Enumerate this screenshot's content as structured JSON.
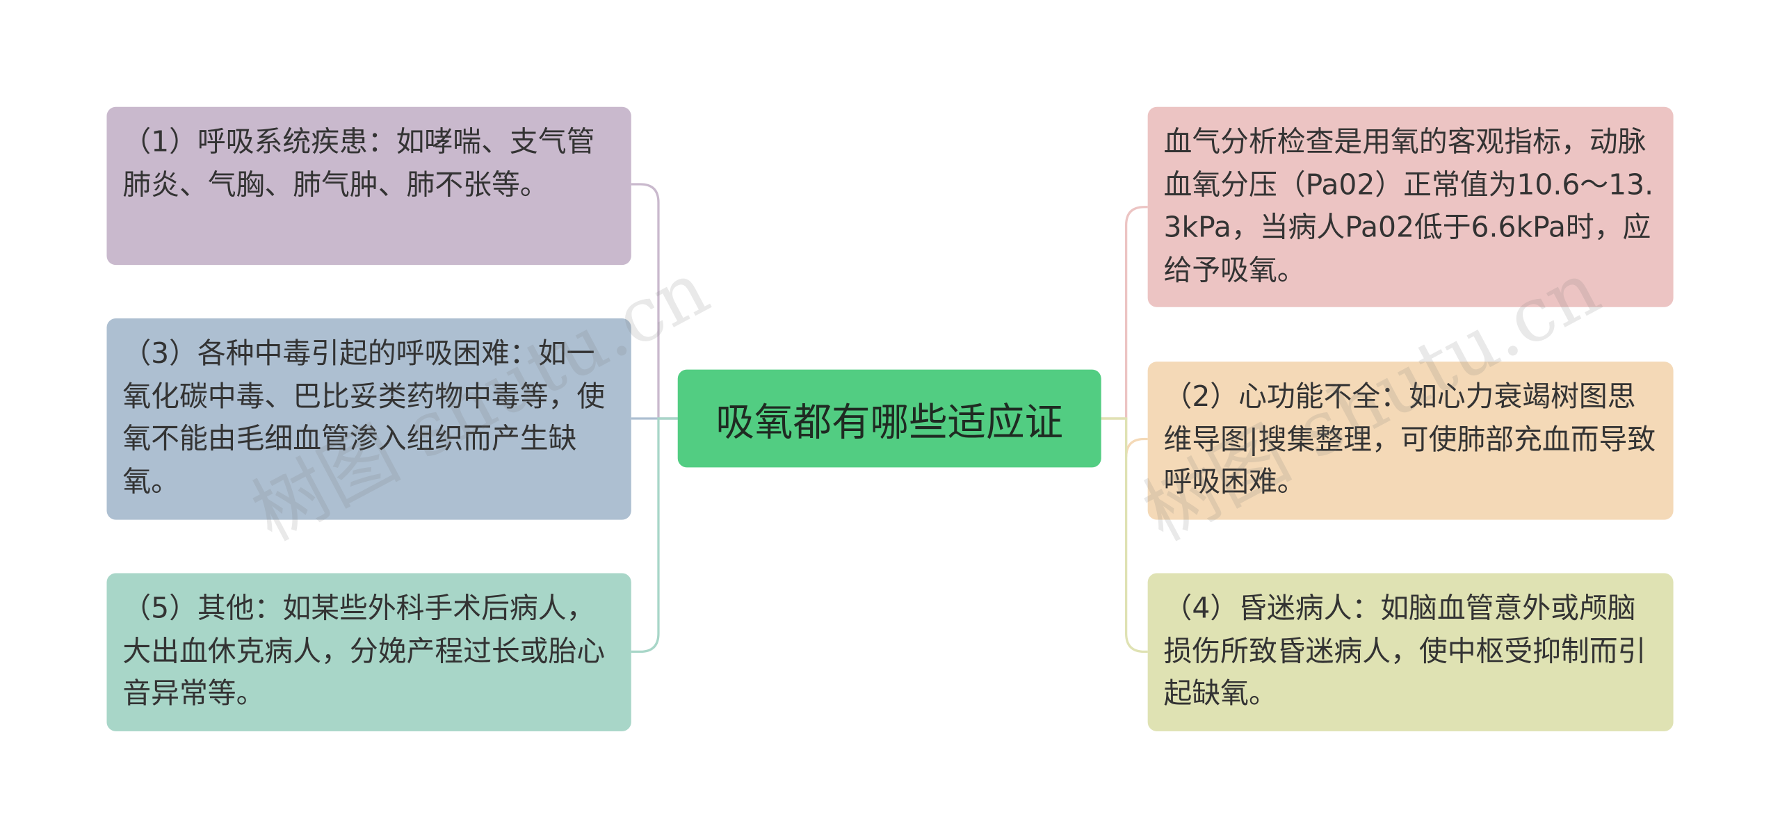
{
  "central": {
    "label": "吸氧都有哪些适应证",
    "color": "#52cd82"
  },
  "left_nodes": [
    {
      "text": "（1）呼吸系统疾患：如哮喘、支气管肺炎、气胸、肺气肿、肺不张等。",
      "color": "#c9b9cd",
      "line_color": "#c9b9cd"
    },
    {
      "text": "（3）各种中毒引起的呼吸困难：如一氧化碳中毒、巴比妥类药物中毒等，使氧不能由毛细血管渗入组织而产生缺氧。",
      "color": "#adbfd1",
      "line_color": "#adbfd1"
    },
    {
      "text": "（5）其他：如某些外科手术后病人，大出血休克病人，分娩产程过长或胎心音异常等。",
      "color": "#a8d6c8",
      "line_color": "#a8d6c8"
    }
  ],
  "right_nodes": [
    {
      "text": "血气分析检查是用氧的客观指标，动脉血氧分压（Pa02）正常值为10.6～13.3kPa，当病人Pa02低于6.6kPa时，应给予吸氧。",
      "color": "#ecc4c3",
      "line_color": "#ecc4c3"
    },
    {
      "text": "（2）心功能不全：如心力衰竭树图思维导图|搜集整理，可使肺部充血而导致呼吸困难。",
      "color": "#f4d9b7",
      "line_color": "#f4d9b7"
    },
    {
      "text": "（4）昏迷病人：如脑血管意外或颅脑损伤所致昏迷病人，使中枢受抑制而引起缺氧。",
      "color": "#dfe2b3",
      "line_color": "#dfe2b3"
    }
  ],
  "watermark": "树图 shutu.cn"
}
